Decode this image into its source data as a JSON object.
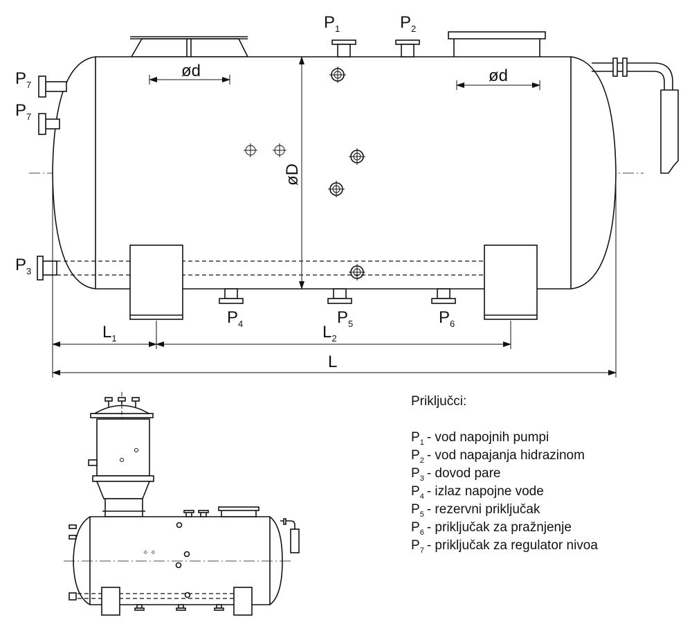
{
  "labels": {
    "p1": {
      "main": "P",
      "sub": "1"
    },
    "p2": {
      "main": "P",
      "sub": "2"
    },
    "p3": {
      "main": "P",
      "sub": "3"
    },
    "p4": {
      "main": "P",
      "sub": "4"
    },
    "p5": {
      "main": "P",
      "sub": "5"
    },
    "p6": {
      "main": "P",
      "sub": "6"
    },
    "p7a": {
      "main": "P",
      "sub": "7"
    },
    "p7b": {
      "main": "P",
      "sub": "7"
    }
  },
  "dimensions": {
    "od_left": "ød",
    "od_right": "ød",
    "oD": "øD",
    "L1": {
      "main": "L",
      "sub": "1"
    },
    "L2": {
      "main": "L",
      "sub": "2"
    },
    "L": "L"
  },
  "legend": {
    "title": "Priključci:",
    "items": [
      {
        "p": "P",
        "n": "1",
        "text": "- vod napojnih pumpi"
      },
      {
        "p": "P",
        "n": "2",
        "text": "- vod napajanja hidrazinom"
      },
      {
        "p": "P",
        "n": "3",
        "text": "- dovod pare"
      },
      {
        "p": "P",
        "n": "4",
        "text": "- izlaz napojne vode"
      },
      {
        "p": "P",
        "n": "5",
        "text": "- rezervni priključak"
      },
      {
        "p": "P",
        "n": "6",
        "text": "- priključak za pražnjenje"
      },
      {
        "p": "P",
        "n": "7",
        "text": "- priključak za regulator nivoa"
      }
    ]
  }
}
